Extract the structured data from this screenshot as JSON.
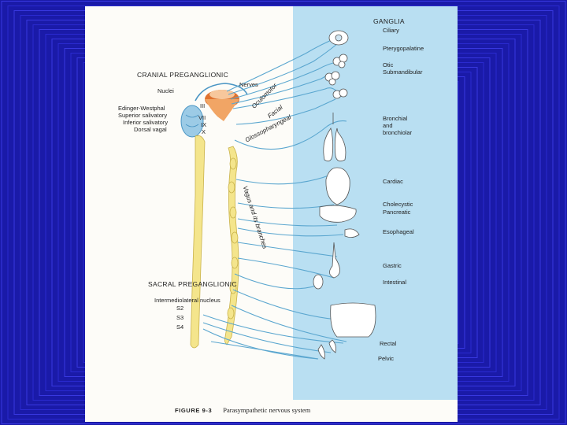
{
  "colors": {
    "slide_background": "#1a1aa8",
    "ganglia_panel": "#b9dff2",
    "nerve_lines": "#5aa6cf",
    "spinal_cord": "#f4e58c",
    "brain_orange": "#e0722f"
  },
  "headers": {
    "ganglia": "GANGLIA",
    "cranial": "CRANIAL PREGANGLIONIC",
    "sacral": "SACRAL PREGANGLIONIC"
  },
  "cranial_labels": {
    "nerves": "Nerves",
    "nuclei": "Nuclei",
    "nucleus_list": [
      "Edinger-Westphal",
      "Superior salivatory",
      "Inferior salivatory",
      "Dorsal vagal"
    ],
    "roman": [
      "III",
      "VII",
      "IX",
      "X"
    ]
  },
  "nerve_labels": {
    "oculomotor": "Oculomotor",
    "facial": "Facial",
    "glossopharyngeal": "Glossopharyngeal",
    "vagus": "Vagus and its branches"
  },
  "sacral_labels": {
    "nucleus": "Intermediolateral nucleus",
    "levels": [
      "S2",
      "S3",
      "S4"
    ]
  },
  "ganglia_labels": [
    "Ciliary",
    "Pterygopalatine",
    "Otic",
    "Submandibular",
    "Bronchial\nand\nbronchiolar",
    "Cardiac",
    "Cholecystic",
    "Pancreatic",
    "Esophageal",
    "Gastric",
    "Intestinal",
    "Rectal",
    "Pelvic"
  ],
  "caption": {
    "figure": "FIGURE 9-3",
    "title": "Parasympathetic nervous system"
  }
}
